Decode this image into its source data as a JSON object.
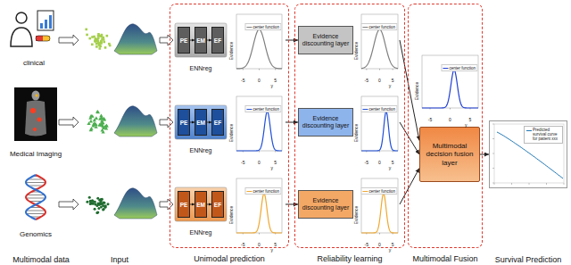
{
  "diagram": {
    "nodes": [
      {
        "text": [
          "Unimodal prediction"
        ]
      },
      {
        "text": [
          "ENNreg"
        ],
        "in": 0
      },
      {
        "text": [
          "PE"
        ],
        "in": 1
      },
      {
        "text": [
          "EM"
        ],
        "in": 1
      },
      {
        "text": [
          "EF"
        ],
        "in": 1
      },
      {
        "text": [
          "ENNreg"
        ],
        "in": 0
      },
      {
        "text": [
          "PE"
        ],
        "in": 5
      },
      {
        "text": [
          "EM"
        ],
        "in": 5
      },
      {
        "text": [
          "EF"
        ],
        "in": 5
      },
      {
        "text": [
          "ENNreg"
        ],
        "in": 0
      },
      {
        "text": [
          "PE"
        ],
        "in": 9
      },
      {
        "text": [
          "EM"
        ],
        "in": 9
      },
      {
        "text": [
          "EF"
        ],
        "in": 9
      },
      {
        "text": [
          "Reliability learning"
        ]
      },
      {
        "text": [
          "Evidence discounting layer"
        ],
        "in": 13
      },
      {
        "text": [
          "Evidence discounting layer"
        ],
        "in": 13
      },
      {
        "text": [
          "Evidence discounting layer"
        ],
        "in": 13
      },
      {
        "text": [
          "Multimodal Fusion"
        ]
      },
      {
        "text": [
          "Multimodal decision fusion layer"
        ],
        "in": 17
      },
      {
        "text": [
          "Predicted survival curve for patient xxx"
        ]
      }
    ],
    "edges": [
      {
        "from": 2,
        "to": 3,
        "arrow": "to"
      },
      {
        "from": 3,
        "to": 4,
        "arrow": "to"
      },
      {
        "from": 6,
        "to": 7,
        "arrow": "to"
      },
      {
        "from": 7,
        "to": 8,
        "arrow": "to"
      },
      {
        "from": 10,
        "to": 11,
        "arrow": "to"
      },
      {
        "from": 11,
        "to": 12,
        "arrow": "to"
      },
      {
        "from": 1,
        "to": 14,
        "arrow": "to"
      },
      {
        "from": 5,
        "to": 15,
        "arrow": "to"
      },
      {
        "from": 9,
        "to": 16,
        "arrow": "to"
      },
      {
        "from": 14,
        "to": 18,
        "arrow": "to"
      },
      {
        "from": 15,
        "to": 18,
        "arrow": "to"
      },
      {
        "from": 16,
        "to": 18,
        "arrow": "to"
      },
      {
        "from": 18,
        "to": 19,
        "arrow": "to"
      }
    ],
    "labels": [
      "clinical",
      "Medical Imaging",
      "Genomics",
      "Multimodal data",
      "Input",
      "Survival Prediction",
      "Evidence",
      "center function",
      "-5",
      "0",
      "5",
      "y",
      "Evidence",
      "center function",
      "-5",
      "0",
      "5",
      "y",
      "Evidence",
      "center function",
      "-5",
      "0",
      "5",
      "y",
      "Evidence",
      "center function",
      "-5",
      "0",
      "5",
      "y",
      "Evidence",
      "center function",
      "-5",
      "0",
      "5",
      "y",
      "Evidence",
      "center function",
      "-5",
      "0",
      "5",
      "y",
      "Evidence",
      "center function",
      "-5",
      "0",
      "5",
      "y"
    ]
  }
}
